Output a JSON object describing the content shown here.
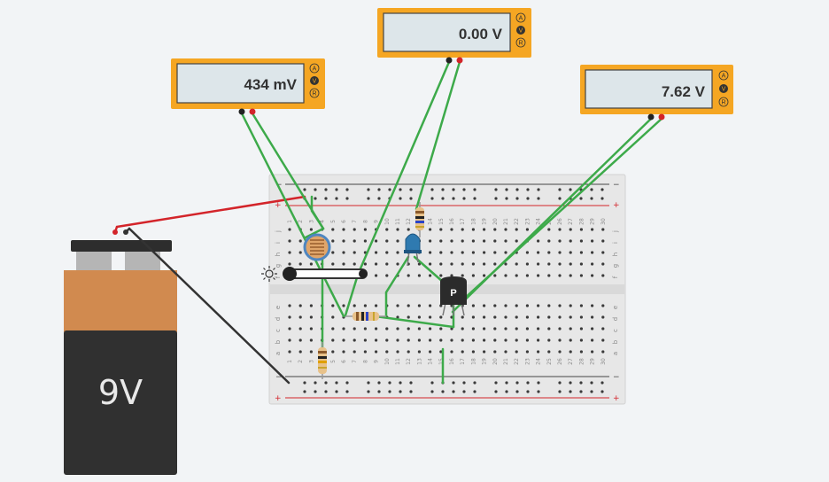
{
  "multimeters": [
    {
      "id": "left",
      "reading": "434 mV",
      "modes": [
        "A",
        "V",
        "R"
      ]
    },
    {
      "id": "middle",
      "reading": "0.00 V",
      "modes": [
        "A",
        "V",
        "R"
      ]
    },
    {
      "id": "right",
      "reading": "7.62 V",
      "modes": [
        "A",
        "V",
        "R"
      ]
    }
  ],
  "battery": {
    "label": "9V"
  },
  "transistor": {
    "label": "P"
  },
  "breadboard": {
    "column_numbers": [
      "1",
      "2",
      "3",
      "4",
      "5",
      "6",
      "7",
      "8",
      "9",
      "10",
      "11",
      "12",
      "13",
      "14",
      "15",
      "16",
      "17",
      "18",
      "19",
      "20",
      "21",
      "22",
      "23",
      "24",
      "25",
      "26",
      "27",
      "28",
      "29",
      "30"
    ],
    "top_rows": [
      "j",
      "i",
      "h",
      "g",
      "f"
    ],
    "bottom_rows": [
      "e",
      "d",
      "c",
      "b",
      "a"
    ],
    "rail_minus": "−",
    "rail_plus": "+"
  },
  "colors": {
    "wire_green": "#3daa4a",
    "wire_red": "#d3242a",
    "wire_black": "#333333",
    "multimeter_frame": "#f5a623",
    "battery_top": "#d18a4f",
    "battery_body": "#303030"
  },
  "icons": {
    "light_control": "sun-icon"
  }
}
